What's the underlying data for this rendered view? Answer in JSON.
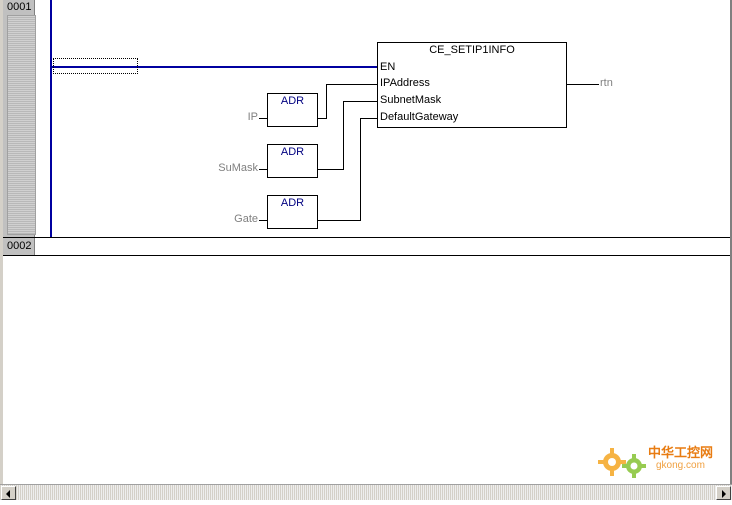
{
  "networks": [
    {
      "number": "0001"
    },
    {
      "number": "0002"
    }
  ],
  "function_block": {
    "name": "CE_SETIP1INFO",
    "inputs": [
      "EN",
      "IPAddress",
      "SubnetMask",
      "DefaultGateway"
    ],
    "output": "rtn"
  },
  "adr_blocks": [
    {
      "label": "ADR",
      "input_var": "IP"
    },
    {
      "label": "ADR",
      "input_var": "SuMask"
    },
    {
      "label": "ADR",
      "input_var": "Gate"
    }
  ],
  "watermark": {
    "title": "中华工控网",
    "url": "gkong.com"
  },
  "colors": {
    "power_rail": "#0000a0",
    "gutter": "#c0c0c0",
    "adr_text": "#000080",
    "var_text": "#808080"
  }
}
